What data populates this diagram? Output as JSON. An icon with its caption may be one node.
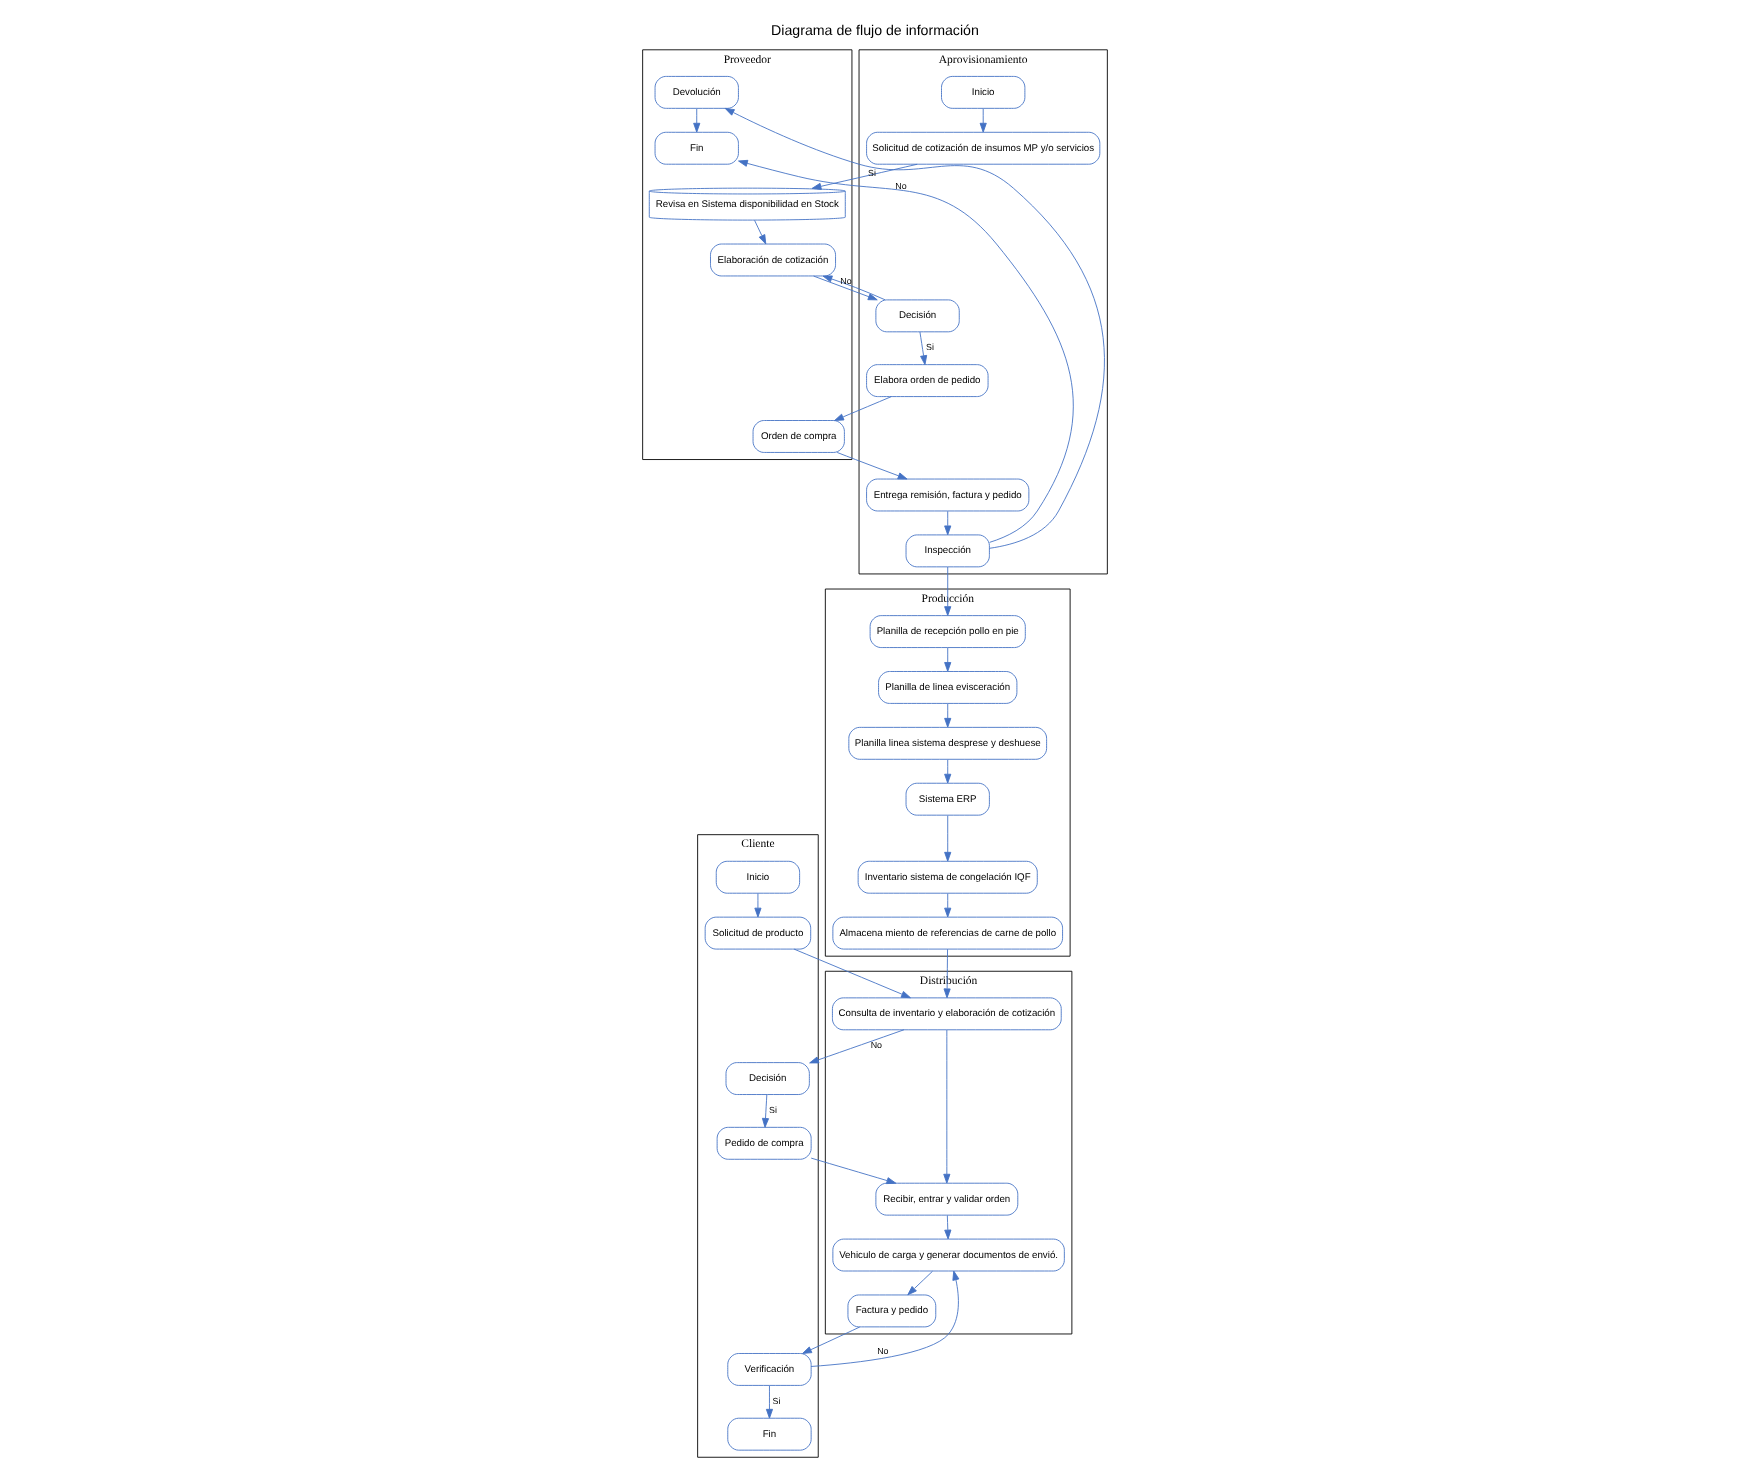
{
  "diagram": {
    "title": "Diagrama de flujo de información",
    "nodes": [
      {
        "text": [
          "Proveedor"
        ]
      },
      {
        "text": [
          "Aprovisionamiento"
        ]
      },
      {
        "text": [
          "Producción"
        ]
      },
      {
        "text": [
          "Distribución"
        ]
      },
      {
        "text": [
          "Cliente"
        ]
      },
      {
        "text": [
          "Revisa en Sistema disponibilidad en Stock"
        ],
        "in": 0
      },
      {
        "text": [
          "Elaboración de cotización"
        ],
        "in": 0
      },
      {
        "text": [
          "Orden de compra"
        ],
        "in": 0
      },
      {
        "text": [
          "Devolución"
        ],
        "in": 0
      },
      {
        "text": [
          "Fin"
        ],
        "in": 0
      },
      {
        "text": [
          "Inicio"
        ],
        "in": 1
      },
      {
        "text": [
          "Solicitud de cotización de insumos MP y/o servicios"
        ],
        "in": 1
      },
      {
        "text": [
          "Decisión"
        ],
        "in": 1
      },
      {
        "text": [
          "Elabora orden de pedido"
        ],
        "in": 1
      },
      {
        "text": [
          "Entrega remisión, factura y pedido"
        ],
        "in": 1
      },
      {
        "text": [
          "Inspección"
        ],
        "in": 1
      },
      {
        "text": [
          "Planilla de recepción pollo en pie"
        ],
        "in": 2
      },
      {
        "text": [
          "Planilla de linea evisceración"
        ],
        "in": 2
      },
      {
        "text": [
          "Planilla linea sistema desprese y deshuese"
        ],
        "in": 2
      },
      {
        "text": [
          "Sistema ERP"
        ],
        "in": 2
      },
      {
        "text": [
          "Inventario sistema de congelación IQF"
        ],
        "in": 2
      },
      {
        "text": [
          "Almacena miento de referencias de carne de pollo"
        ],
        "in": 2
      },
      {
        "text": [
          "Consulta de inventario y elaboración de cotización"
        ],
        "in": 3
      },
      {
        "text": [
          "Recibir, entrar y validar orden"
        ],
        "in": 3
      },
      {
        "text": [
          "Vehiculo de carga y generar documentos de envió."
        ],
        "in": 3
      },
      {
        "text": [
          "Factura y pedido"
        ],
        "in": 3
      },
      {
        "text": [
          "Inicio"
        ],
        "in": 4
      },
      {
        "text": [
          "Solicitud de producto"
        ],
        "in": 4
      },
      {
        "text": [
          "Decisión"
        ],
        "in": 4
      },
      {
        "text": [
          "Pedido de compra"
        ],
        "in": 4
      },
      {
        "text": [
          "Verificación"
        ],
        "in": 4
      },
      {
        "text": [
          "Fin"
        ],
        "in": 4
      }
    ],
    "edges": [
      {
        "from": 10,
        "to": 11,
        "arrow": "to"
      },
      {
        "from": 11,
        "to": 5,
        "arrow": "to"
      },
      {
        "from": 5,
        "to": 6,
        "arrow": "to"
      },
      {
        "from": 6,
        "to": 12,
        "arrow": "to"
      },
      {
        "from": 12,
        "to": 6,
        "arrow": "to",
        "label": "No"
      },
      {
        "from": 12,
        "to": 13,
        "arrow": "to",
        "label": "Si"
      },
      {
        "from": 13,
        "to": 7,
        "arrow": "to"
      },
      {
        "from": 7,
        "to": 14,
        "arrow": "to"
      },
      {
        "from": 14,
        "to": 15,
        "arrow": "to"
      },
      {
        "from": 15,
        "to": 8,
        "arrow": "to",
        "label": "Si"
      },
      {
        "from": 15,
        "to": 9,
        "arrow": "to",
        "label": "No"
      },
      {
        "from": 8,
        "to": 9,
        "arrow": "to"
      },
      {
        "from": 15,
        "to": 16,
        "arrow": "to"
      },
      {
        "from": 16,
        "to": 17,
        "arrow": "to"
      },
      {
        "from": 17,
        "to": 18,
        "arrow": "to"
      },
      {
        "from": 18,
        "to": 19,
        "arrow": "to"
      },
      {
        "from": 19,
        "to": 20,
        "arrow": "to"
      },
      {
        "from": 20,
        "to": 21,
        "arrow": "to"
      },
      {
        "from": 21,
        "to": 22,
        "arrow": "to"
      },
      {
        "from": 26,
        "to": 27,
        "arrow": "to"
      },
      {
        "from": 27,
        "to": 22,
        "arrow": "to"
      },
      {
        "from": 22,
        "to": 28,
        "arrow": "to",
        "label": "No"
      },
      {
        "from": 22,
        "to": 23,
        "arrow": "to"
      },
      {
        "from": 28,
        "to": 29,
        "arrow": "to",
        "label": "Si"
      },
      {
        "from": 29,
        "to": 23,
        "arrow": "to"
      },
      {
        "from": 23,
        "to": 24,
        "arrow": "to"
      },
      {
        "from": 24,
        "to": 25,
        "arrow": "to"
      },
      {
        "from": 25,
        "to": 30,
        "arrow": "to"
      },
      {
        "from": 30,
        "to": 24,
        "arrow": "to",
        "label": "No"
      },
      {
        "from": 30,
        "to": 31,
        "arrow": "to",
        "label": "Si"
      }
    ]
  }
}
